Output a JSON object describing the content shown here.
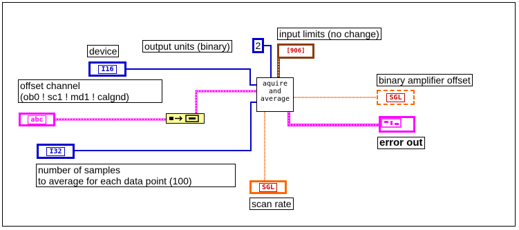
{
  "vi": {
    "line1": "aquire",
    "line2": "and",
    "line3": "average"
  },
  "terminals": {
    "device": {
      "label": "device",
      "type": "I16"
    },
    "output_units": {
      "label": "output units (binary)",
      "value": "2"
    },
    "input_limits": {
      "label": "input limits (no change)",
      "type": "[906]"
    },
    "offset_channel": {
      "label_line1": "offset channel",
      "label_line2": "(ob0 ! sc1 ! md1 ! calgnd)",
      "type": "abc"
    },
    "samples": {
      "label_line1": "number of samples",
      "label_line2": "to average for each data point (100)",
      "type": "I32"
    },
    "scan_rate": {
      "label": "scan rate",
      "type": "SGL"
    },
    "binary_offset": {
      "label": "binary amplifier offset",
      "type": "SGL"
    },
    "error_out": {
      "label": "error out"
    }
  },
  "colors": {
    "int": "#0000cc",
    "string": "#ff00ff",
    "float": "#ff6600",
    "cluster": "#8b3a0f"
  }
}
